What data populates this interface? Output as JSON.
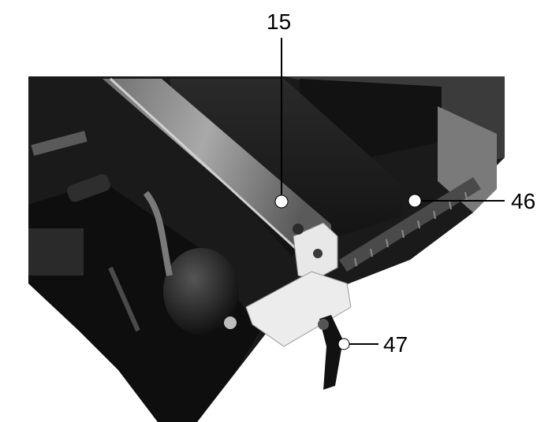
{
  "figure": {
    "background": "#ffffff",
    "photo_tone": "grayscale",
    "callouts": [
      {
        "label": "15"
      },
      {
        "label": "46"
      },
      {
        "label": "47"
      }
    ]
  }
}
